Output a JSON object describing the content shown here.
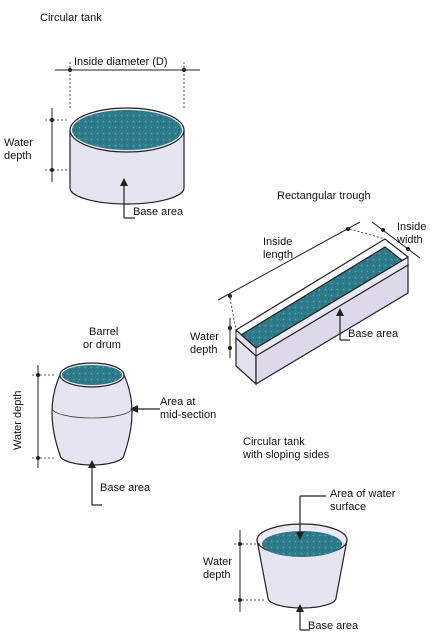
{
  "circular_tank": {
    "title": "Circular tank",
    "diameter_label": "Inside diameter (D)",
    "depth_label_1": "Water",
    "depth_label_2": "depth",
    "base_label": "Base area"
  },
  "trough": {
    "title": "Rectangular trough",
    "length_label_1": "Inside",
    "length_label_2": "length",
    "width_label_1": "Inside",
    "width_label_2": "width",
    "depth_label_1": "Water",
    "depth_label_2": "depth",
    "base_label": "Base area"
  },
  "barrel": {
    "title_1": "Barrel",
    "title_2": "or drum",
    "depth_label": "Water depth",
    "mid_label_1": "Area at",
    "mid_label_2": "mid-section",
    "base_label": "Base area"
  },
  "sloping_tank": {
    "title_1": "Circular tank",
    "title_2": "with sloping sides",
    "surface_label_1": "Area of water",
    "surface_label_2": "surface",
    "depth_label_1": "Water",
    "depth_label_2": "depth",
    "base_label": "Base area"
  },
  "colors": {
    "water": "#2f7f8f",
    "tank_wall": "#e4e2f0",
    "outline": "#222222"
  }
}
